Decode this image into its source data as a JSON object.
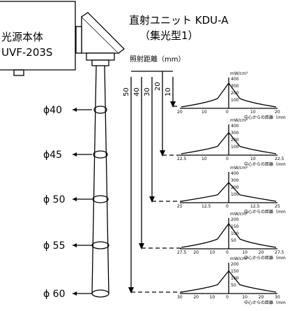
{
  "source_unit": {
    "line1": "光源本体",
    "line2": "UVF-203S"
  },
  "direct_unit": {
    "line1": "直射ユニット KDU-A",
    "line2": "（集光型1）"
  },
  "distance_label": "照射距離（mm）",
  "distances": [
    "10",
    "20",
    "30",
    "40",
    "50"
  ],
  "diameters": [
    "ϕ40",
    "ϕ45",
    "ϕ 50",
    "ϕ 55",
    "ϕ 60"
  ],
  "y_unit": "mW/cm²",
  "x_axis_label": "中心からの距離（mm",
  "charts": [
    {
      "y_ticks": [
        "400",
        "300",
        "200",
        "100"
      ],
      "x_ticks": [
        "20",
        "10",
        "0",
        "10",
        "20"
      ],
      "peak": 400
    },
    {
      "y_ticks": [
        "400",
        "300",
        "200",
        "100"
      ],
      "x_ticks": [
        "22.5",
        "10",
        "0",
        "10",
        "22.5"
      ],
      "peak": 360
    },
    {
      "y_ticks": [
        "400",
        "300",
        "200",
        "100"
      ],
      "x_ticks": [
        "25",
        "12.5",
        "0",
        "12.5",
        "25"
      ],
      "peak": 320
    },
    {
      "y_ticks": [
        "200",
        "150",
        "100",
        "50"
      ],
      "x_ticks": [
        "27.5",
        "20",
        "10",
        "0",
        "10",
        "20",
        "27.5"
      ],
      "peak": 200
    },
    {
      "y_ticks": [
        "200",
        "150",
        "100",
        "50"
      ],
      "x_ticks": [
        "30",
        "20",
        "10",
        "0",
        "10",
        "20",
        "30"
      ],
      "peak": 180
    }
  ]
}
